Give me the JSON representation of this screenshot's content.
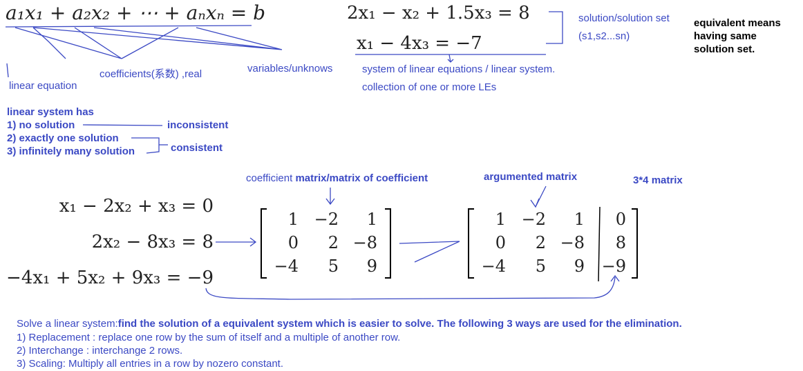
{
  "general_equation": "a₁x₁ + a₂x₂ + ⋯ + aₙxₙ = b",
  "annotations_top": {
    "linear_equation": "linear equation",
    "coefficients": "coefficients(系数) ,real",
    "variables": "variables/unknows"
  },
  "example_system": {
    "eq1": "2x₁ − x₂ + 1.5x₃ =   8",
    "eq2": "x₁           −  4x₃ = −7",
    "solution_label": "solution/solution set",
    "solution_tuple": "(s1,s2...sn)",
    "system_label": "system of linear equations / linear system.",
    "collection_label": "collection of one or more LEs"
  },
  "equivalent_note": [
    "equivalent means",
    "having same",
    "solution set."
  ],
  "linear_system_cases": {
    "heading": "linear system has",
    "case1": "1) no solution",
    "case2": "2) exactly one solution",
    "case3": "3) infinitely many solution",
    "inconsistent": "inconsistent",
    "consistent": "consistent"
  },
  "matrix_labels": {
    "coefficient_prefix": "coefficient ",
    "coefficient_bold": "matrix/matrix of coefficient",
    "augmented": "argumented matrix",
    "size": "3*4 matrix"
  },
  "system": {
    "eq1": "x₁ − 2x₂ +  x₃ =   0",
    "eq2": "2x₂ − 8x₃ =   8",
    "eq3": "−4x₁ + 5x₂ + 9x₃ = −9"
  },
  "coefficient_matrix": [
    [
      "1",
      "−2",
      "1"
    ],
    [
      "0",
      "2",
      "−8"
    ],
    [
      "−4",
      "5",
      "9"
    ]
  ],
  "augmented_matrix": [
    [
      "1",
      "−2",
      "1",
      "0"
    ],
    [
      "0",
      "2",
      "−8",
      "8"
    ],
    [
      "−4",
      "5",
      "9",
      "−9"
    ]
  ],
  "solve": {
    "prefix": "Solve a linear system:",
    "bold": "find the solution of a equivalent system which is easier to solve.  The following 3 ways are used for the elimination.",
    "op1": "1) Replacement : replace one row by the sum of itself and a multiple of another row.",
    "op2": "2) Interchange : interchange 2 rows.",
    "op3": "3) Scaling: Multiply all entries in a row by nozero constant."
  }
}
